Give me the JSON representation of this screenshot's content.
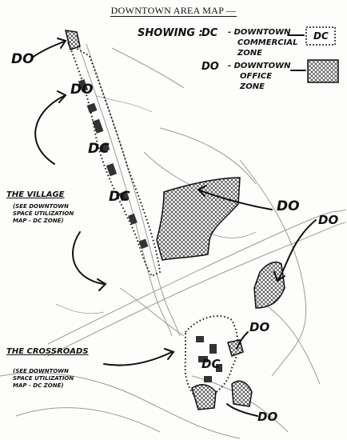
{
  "title": "DOWNTOWN AREA MAP —",
  "legend": {
    "showing": "SHOWING :",
    "dc_code": "DC",
    "dc_desc_1": "- DOWNTOWN",
    "dc_desc_2": "COMMERCIAL",
    "dc_desc_3": "ZONE",
    "dc_box_label": "DC",
    "do_code": "DO",
    "do_desc_1": "- DOWNTOWN",
    "do_desc_2": "OFFICE",
    "do_desc_3": "ZONE"
  },
  "labels": {
    "do_top": "DO",
    "do_north": "DO",
    "dc_mid": "DC",
    "dc_lower": "DC",
    "do_east": "DO",
    "do_far_east": "DO",
    "do_cross_1": "DO",
    "dc_cross": "DC",
    "do_bottom": "DO",
    "village": "THE VILLAGE",
    "village_note_1": "(SEE DOWNTOWN",
    "village_note_2": "SPACE UTILIZATION",
    "village_note_3": "MAP - DC ZONE)",
    "crossroads": "THE CROSSROADS",
    "crossroads_note_1": "(SEE DOWNTOWN",
    "crossroads_note_2": "SPACE UTILIZATION",
    "crossroads_note_3": "MAP - DC ZONE)"
  },
  "colors": {
    "ink": "#111111",
    "paper": "#fdfdfb",
    "road": "#9a9a9a"
  }
}
